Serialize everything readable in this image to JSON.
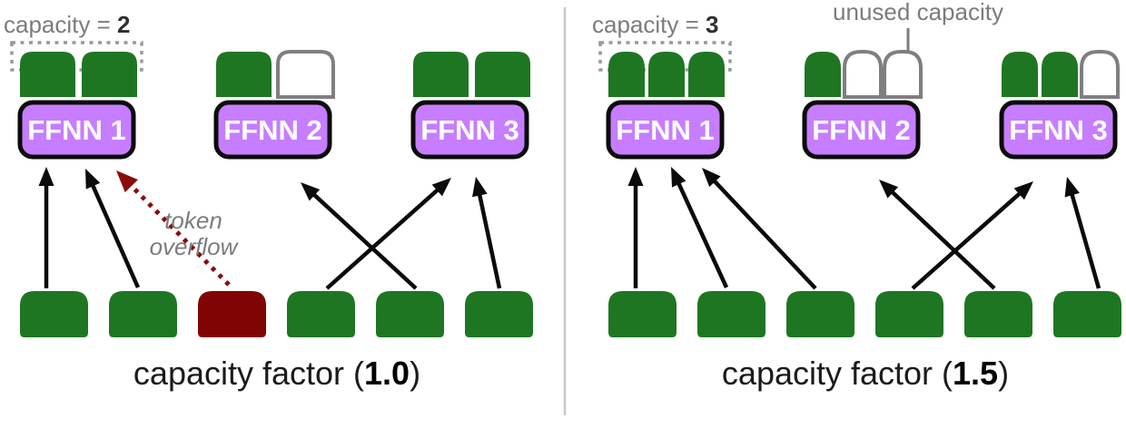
{
  "colors": {
    "green": "#1e7622",
    "red": "#800404",
    "arrow_red": "#8b0b0b",
    "purple": "#c77dff",
    "ink": "#0b0b0b",
    "slot_stroke": "#7f7f7f",
    "dotted_box": "#999999",
    "gray_text": "#7c7c7c",
    "divider": "#c9c9c9"
  },
  "panels": [
    {
      "id": "capacity-factor-1.0",
      "capacity_label": {
        "prefix": "capacity = ",
        "value": "2"
      },
      "caption": {
        "prefix": "capacity factor (",
        "value": "1.0",
        "suffix": ")"
      },
      "experts": [
        {
          "label": "FFNN 1",
          "slots": [
            "filled",
            "filled"
          ]
        },
        {
          "label": "FFNN 2",
          "slots": [
            "filled",
            "empty"
          ]
        },
        {
          "label": "FFNN 3",
          "slots": [
            "filled",
            "filled"
          ]
        }
      ],
      "tokens": [
        "routed",
        "routed",
        "overflow",
        "routed",
        "routed",
        "routed"
      ],
      "routes": [
        {
          "token": 1,
          "expert": 1,
          "type": "routed"
        },
        {
          "token": 2,
          "expert": 1,
          "type": "routed"
        },
        {
          "token": 3,
          "expert": 1,
          "type": "overflow"
        },
        {
          "token": 4,
          "expert": 3,
          "type": "routed"
        },
        {
          "token": 5,
          "expert": 2,
          "type": "routed"
        },
        {
          "token": 6,
          "expert": 3,
          "type": "routed"
        }
      ],
      "annotation": {
        "type": "overflow",
        "lines": [
          "token",
          "overflow"
        ]
      }
    },
    {
      "id": "capacity-factor-1.5",
      "capacity_label": {
        "prefix": "capacity = ",
        "value": "3"
      },
      "caption": {
        "prefix": "capacity factor (",
        "value": "1.5",
        "suffix": ")"
      },
      "experts": [
        {
          "label": "FFNN 1",
          "slots": [
            "filled",
            "filled",
            "filled"
          ]
        },
        {
          "label": "FFNN 2",
          "slots": [
            "filled",
            "empty",
            "empty"
          ]
        },
        {
          "label": "FFNN 3",
          "slots": [
            "filled",
            "filled",
            "empty"
          ]
        }
      ],
      "tokens": [
        "routed",
        "routed",
        "routed",
        "routed",
        "routed",
        "routed"
      ],
      "routes": [
        {
          "token": 1,
          "expert": 1,
          "type": "routed"
        },
        {
          "token": 2,
          "expert": 1,
          "type": "routed"
        },
        {
          "token": 3,
          "expert": 1,
          "type": "routed"
        },
        {
          "token": 4,
          "expert": 3,
          "type": "routed"
        },
        {
          "token": 5,
          "expert": 2,
          "type": "routed"
        },
        {
          "token": 6,
          "expert": 3,
          "type": "routed"
        }
      ],
      "annotation": {
        "type": "unused",
        "text": "unused capacity",
        "points_to": {
          "expert": 2,
          "slot": 3
        }
      }
    }
  ]
}
